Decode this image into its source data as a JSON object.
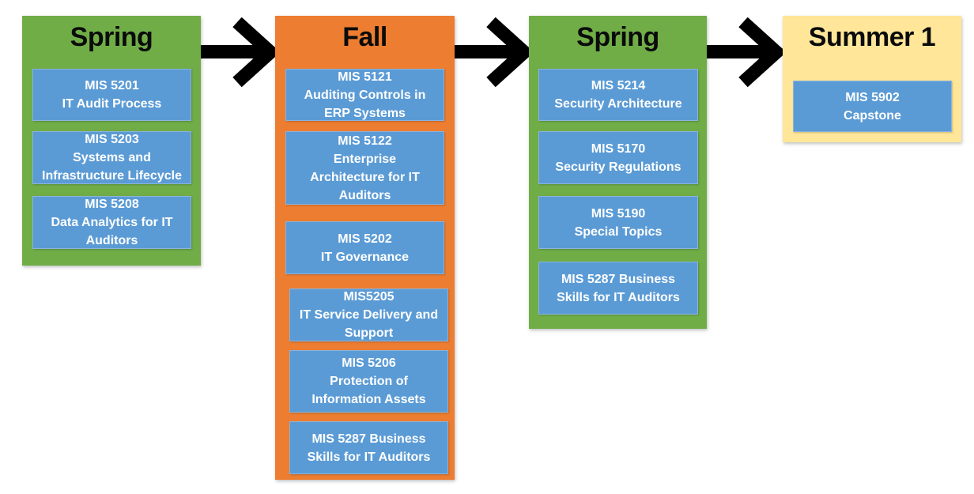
{
  "colors": {
    "spring": "#70ad47",
    "fall": "#ed7d31",
    "summer": "#ffe699",
    "course": "#5b9bd5",
    "arrow": "#000000"
  },
  "terms": [
    {
      "title": "Spring",
      "courses": [
        {
          "code": "MIS 5201",
          "name": "IT Audit Process"
        },
        {
          "code": "MIS 5203",
          "name": "Systems and\nInfrastructure Lifecycle"
        },
        {
          "code": "MIS 5208",
          "name": "Data Analytics for IT\nAuditors"
        }
      ]
    },
    {
      "title": "Fall",
      "courses": [
        {
          "code": "MIS 5121",
          "name": "Auditing Controls in\nERP Systems"
        },
        {
          "code": "MIS 5122",
          "name": "Enterprise\nArchitecture for IT\nAuditors"
        },
        {
          "code": "MIS 5202",
          "name": "IT Governance"
        },
        {
          "code": "MIS5205",
          "name": "IT Service Delivery and\nSupport"
        },
        {
          "code": "MIS 5206",
          "name": "Protection of\nInformation Assets"
        },
        {
          "code": "MIS 5287 Business",
          "name": "Skills for IT Auditors"
        }
      ]
    },
    {
      "title": "Spring",
      "courses": [
        {
          "code": "MIS 5214",
          "name": "Security Architecture"
        },
        {
          "code": "MIS 5170",
          "name": "Security Regulations"
        },
        {
          "code": "MIS 5190",
          "name": "Special Topics"
        },
        {
          "code": "MIS 5287 Business",
          "name": "Skills for IT Auditors"
        }
      ]
    },
    {
      "title": "Summer 1",
      "courses": [
        {
          "code": "MIS 5902",
          "name": "Capstone"
        }
      ]
    }
  ],
  "arrows": [
    {
      "from": "Spring",
      "to": "Fall",
      "icon": "right-arrow-icon"
    },
    {
      "from": "Fall",
      "to": "Spring",
      "icon": "right-arrow-icon"
    },
    {
      "from": "Spring",
      "to": "Summer 1",
      "icon": "right-arrow-icon"
    }
  ]
}
